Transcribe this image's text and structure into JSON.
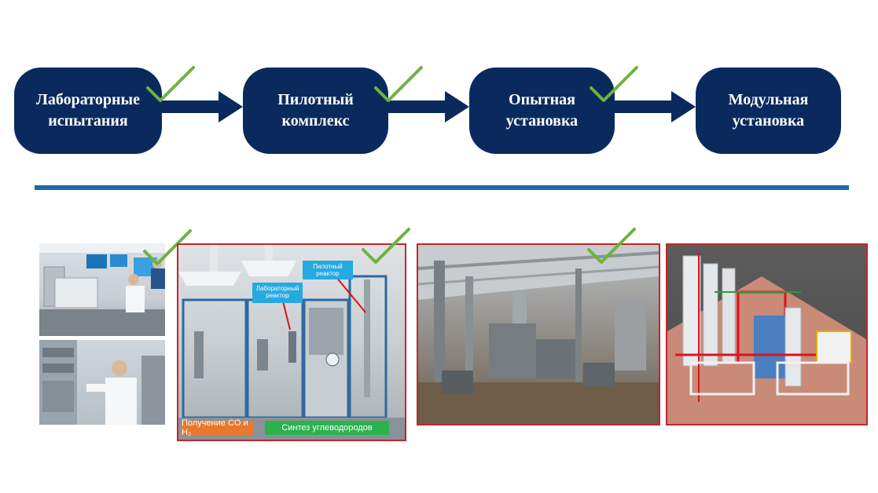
{
  "stages": [
    {
      "line1": "Лабораторные",
      "line2": "испытания",
      "checked": true
    },
    {
      "line1": "Пилотный",
      "line2": "комплекс",
      "checked": true
    },
    {
      "line1": "Опытная",
      "line2": "установка",
      "checked": true
    },
    {
      "line1": "Модульная",
      "line2": "установка",
      "checked": false
    }
  ],
  "photos": {
    "pilot": {
      "callout_lab": "Лабораторный реактор",
      "callout_pilot": "Пилотный реактор",
      "label_orange": "Получение CO и H₂",
      "label_green": "Синтез углеводородов"
    }
  },
  "colors": {
    "box": "#0a2a5e",
    "arrow": "#0a2a5e",
    "check": "#6db33f",
    "divider": "#1f68a8",
    "frame": "#c0272d",
    "label_orange": "#e8792b",
    "label_green": "#2bb24c",
    "callout": "#26a9e0"
  },
  "icons": [
    "checkmark-icon",
    "right-arrow-icon"
  ]
}
